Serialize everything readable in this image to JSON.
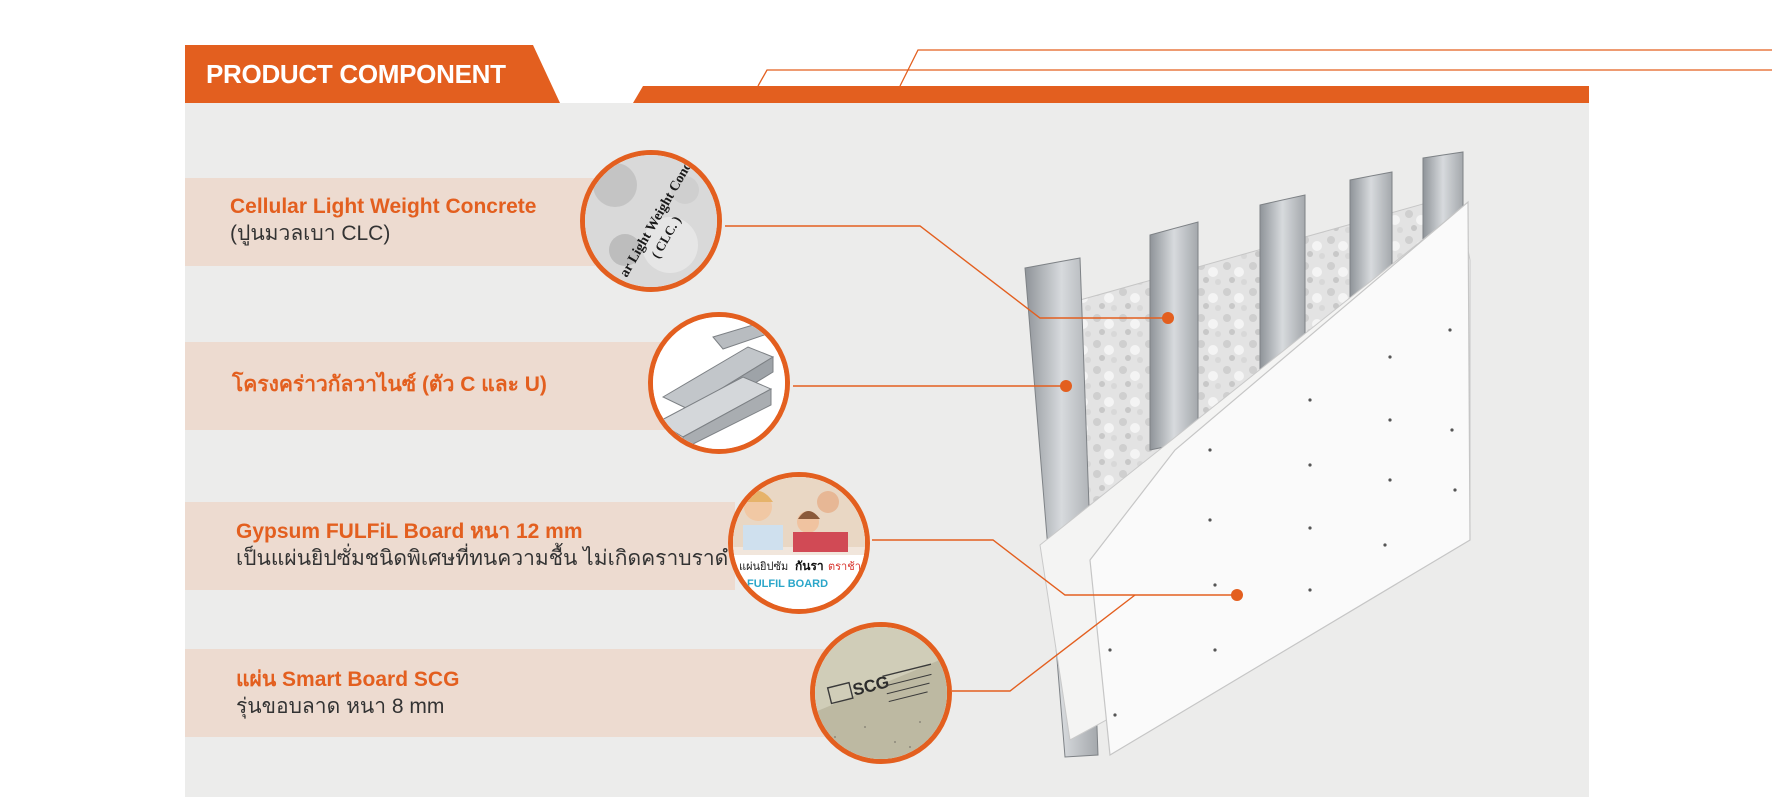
{
  "header": {
    "title": "PRODUCT COMPONENT"
  },
  "colors": {
    "accent": "#e35f1f",
    "panel": "#ececeb",
    "band": "#eddbd0"
  },
  "components": [
    {
      "title": "Cellular Light Weight Concrete",
      "subtitle": "(ปูนมวลเบา CLC)",
      "image_text": "ar Light Weight Conc",
      "image_text_2": "( CLC. )",
      "icon": "clc-texture-icon"
    },
    {
      "title": "โครงคร่าวกัลวาไนซ์ (ตัว C และ U)",
      "subtitle": "",
      "icon": "steel-frame-icon"
    },
    {
      "title": "Gypsum FULFiL Board หนา 12 mm",
      "subtitle": "เป็นแผ่นยิปซั่มชนิดพิเศษที่ทนความชื้น ไม่เกิดคราบราดำ",
      "image_text": "แผ่นยิปซัม",
      "image_text_bold": "กันรา",
      "image_text_red": "ตราช้าง",
      "image_brand": "FULFIL BOARD",
      "icon": "family-photo-icon"
    },
    {
      "title": "แผ่น Smart Board SCG",
      "subtitle": "รุ่นขอบลาด หนา 8 mm",
      "image_brand": "SCG",
      "icon": "smart-board-icon"
    }
  ]
}
